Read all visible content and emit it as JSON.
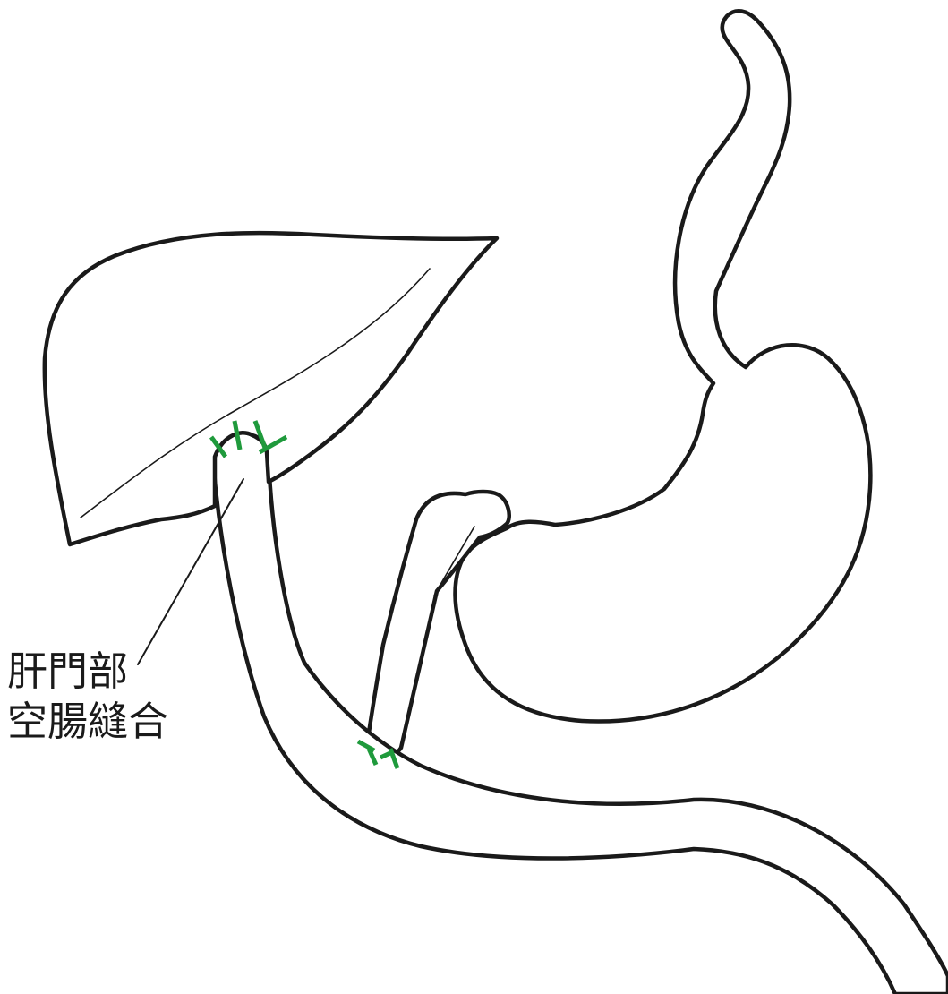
{
  "label": {
    "lines": [
      "肝門部",
      "空腸縫合"
    ]
  },
  "colors": {
    "outline": "#1a1a1a",
    "suture": "#1f9a3c",
    "background": "#ffffff"
  },
  "structures": [
    "liver",
    "stomach",
    "jejunum-limb",
    "afferent-loop",
    "duodenal-stump",
    "hepaticojejunostomy-sutures",
    "jejunojejunostomy-sutures"
  ]
}
